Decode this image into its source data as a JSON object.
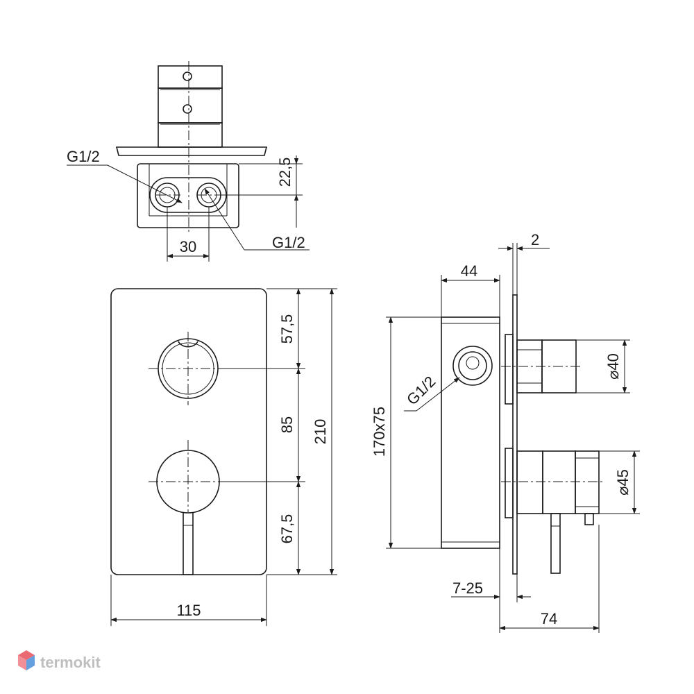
{
  "labels": {
    "thread_top_left": "G1/2",
    "thread_top_right": "G1/2",
    "dim_22_5": "22,5",
    "dim_30": "30",
    "dim_57_5": "57,5",
    "dim_85": "85",
    "dim_210": "210",
    "dim_67_5": "67,5",
    "dim_115": "115",
    "dim_44": "44",
    "dim_2": "2",
    "dim_170x75": "170x75",
    "thread_side": "G1/2",
    "dim_d40": "⌀40",
    "dim_d45": "⌀45",
    "dim_7_25": "7-25",
    "dim_74": "74"
  },
  "watermark": {
    "text": "termokit",
    "color_red": "#e8505b",
    "color_blue": "#4a90d9"
  },
  "colors": {
    "line": "#1a1a1a",
    "background": "#ffffff"
  }
}
